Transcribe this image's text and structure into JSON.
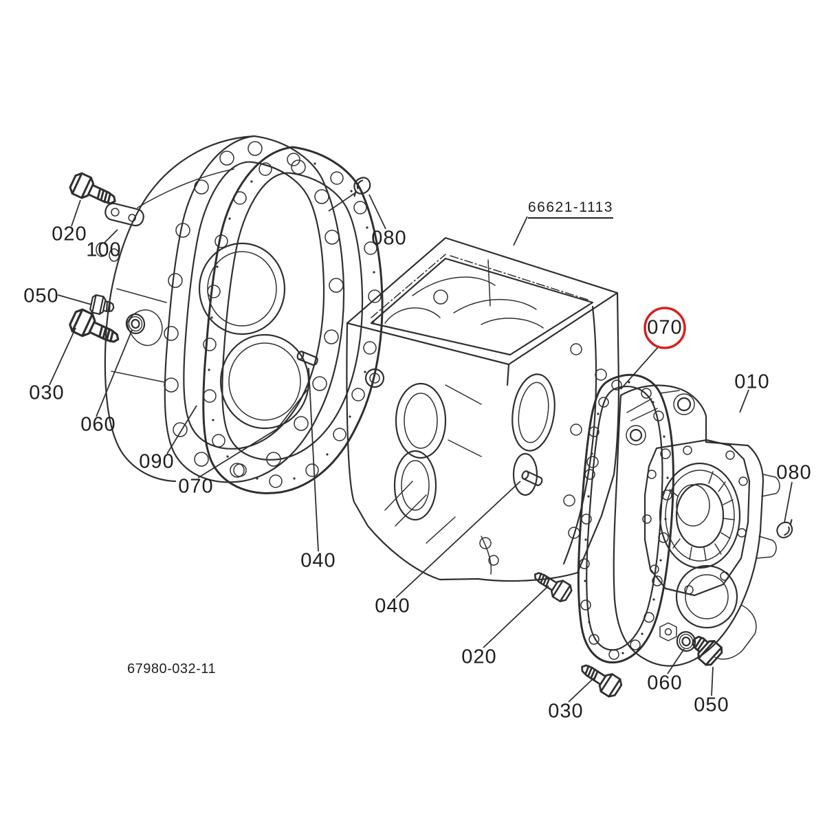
{
  "colors": {
    "background": "#ffffff",
    "line": "#2f2f2f",
    "label_text": "#1e1e1e",
    "highlight_ring": "#d7201d"
  },
  "refs": {
    "assembly_code": "66621-1113",
    "drawing_code": "67980-032-11"
  },
  "highlight": {
    "part": "070"
  },
  "callouts": [
    {
      "text": "020"
    },
    {
      "text": "100"
    },
    {
      "text": "050"
    },
    {
      "text": "030"
    },
    {
      "text": "060"
    },
    {
      "text": "090"
    },
    {
      "text": "070"
    },
    {
      "text": "080"
    },
    {
      "text": "040"
    },
    {
      "text": "040"
    },
    {
      "text": "020"
    },
    {
      "text": "030"
    },
    {
      "text": "060"
    },
    {
      "text": "050"
    },
    {
      "text": "010"
    },
    {
      "text": "080"
    }
  ]
}
